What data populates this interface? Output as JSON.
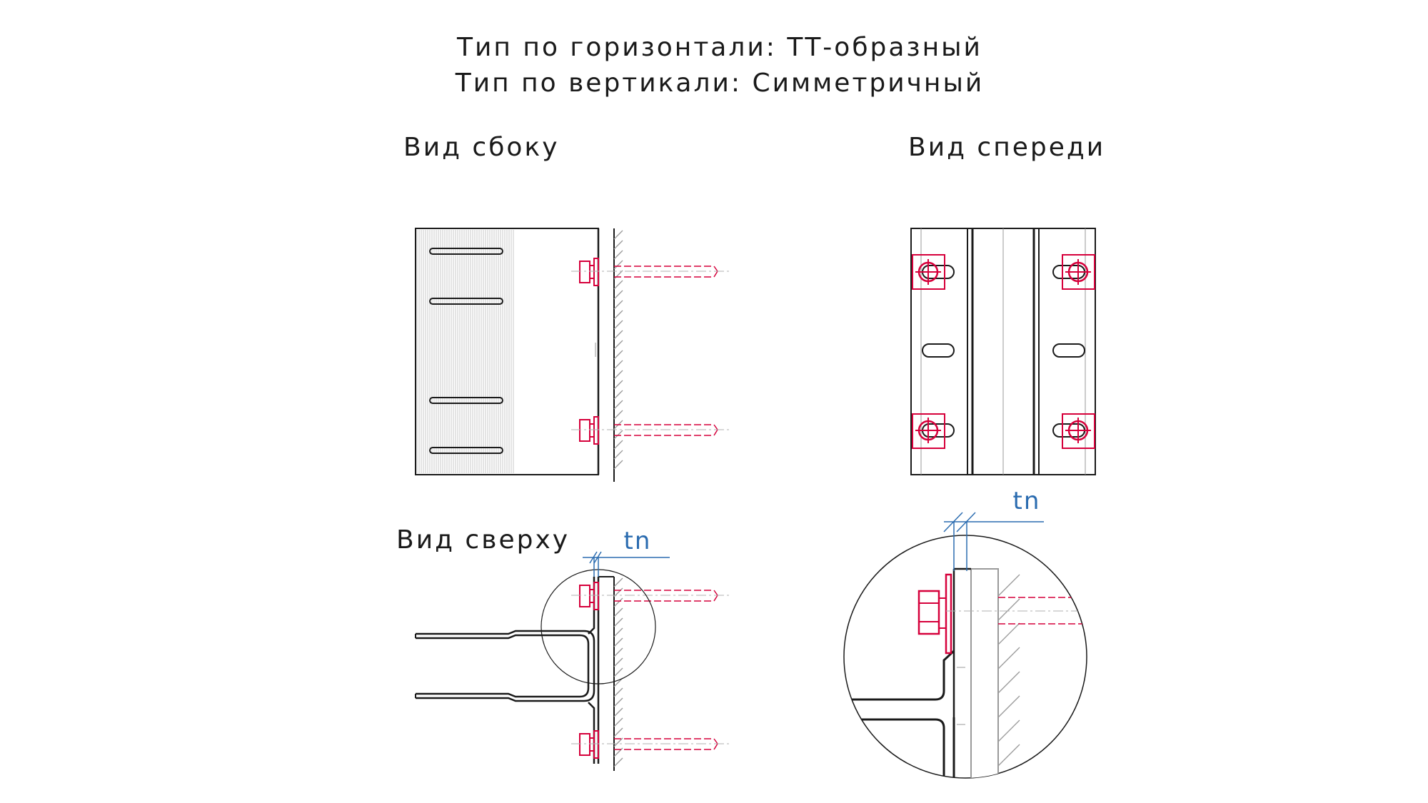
{
  "header": {
    "line1": "Тип по горизонтали: ТТ-образный",
    "line2": "Тип по вертикали: Симметричный"
  },
  "views": {
    "side": "Вид сбоку",
    "front": "Вид спереди",
    "top": "Вид сверху"
  },
  "dimensions": {
    "thickness_label": "tn"
  },
  "colors": {
    "line": "#1a1a1a",
    "fastener": "#d6003b",
    "dimension": "#2b6cb0",
    "hatch": "#9a9a9a"
  }
}
